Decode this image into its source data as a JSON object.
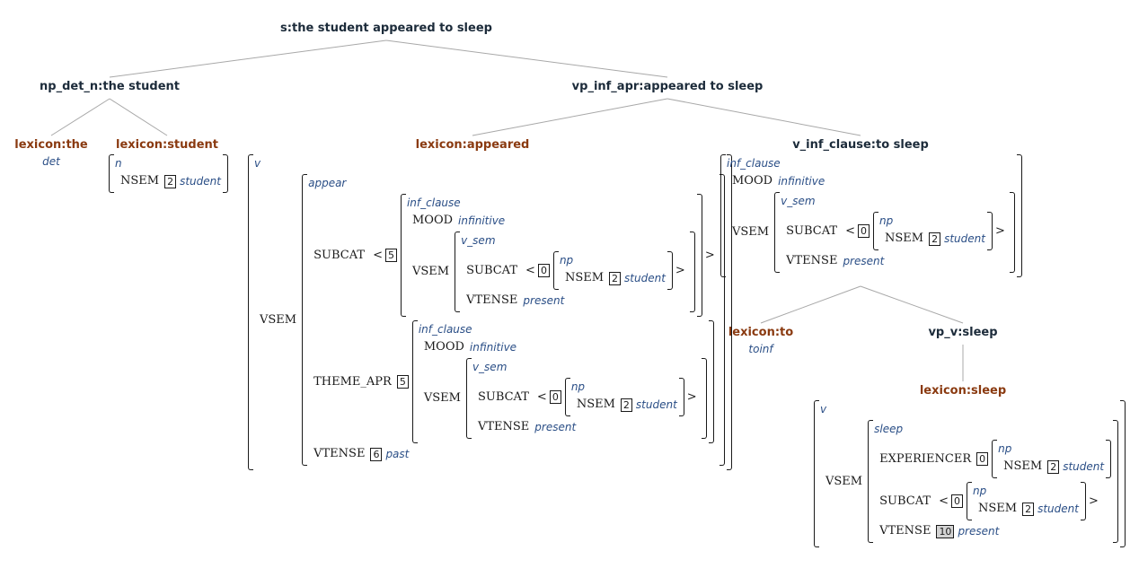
{
  "tree": {
    "root": "s:the student appeared to sleep",
    "np": "np_det_n:the student",
    "vp": "vp_inf_apr:appeared to sleep",
    "lex_the": "lexicon:the",
    "lex_the_cat": "det",
    "lex_student": "lexicon:student",
    "lex_appeared": "lexicon:appeared",
    "vinf": "v_inf_clause:to sleep",
    "lex_to": "lexicon:to",
    "lex_to_cat": "toinf",
    "vp_v": "vp_v:sleep",
    "lex_sleep": "lexicon:sleep"
  },
  "labels": {
    "n": "n",
    "v": "v",
    "np": "np",
    "appear": "appear",
    "sleep": "sleep",
    "inf_clause": "inf_clause",
    "v_sem": "v_sem",
    "NSEM": "NSEM",
    "VSEM": "VSEM",
    "SUBCAT": "SUBCAT",
    "MOOD": "MOOD",
    "VTENSE": "VTENSE",
    "THEME_APR": "THEME_APR",
    "EXPERIENCER": "EXPERIENCER",
    "student": "student",
    "infinitive": "infinitive",
    "present": "present",
    "past": "past",
    "lt": "<",
    "gt": ">",
    "t0": "0",
    "t2": "2",
    "t5": "5",
    "t6": "6",
    "t10": "10"
  }
}
